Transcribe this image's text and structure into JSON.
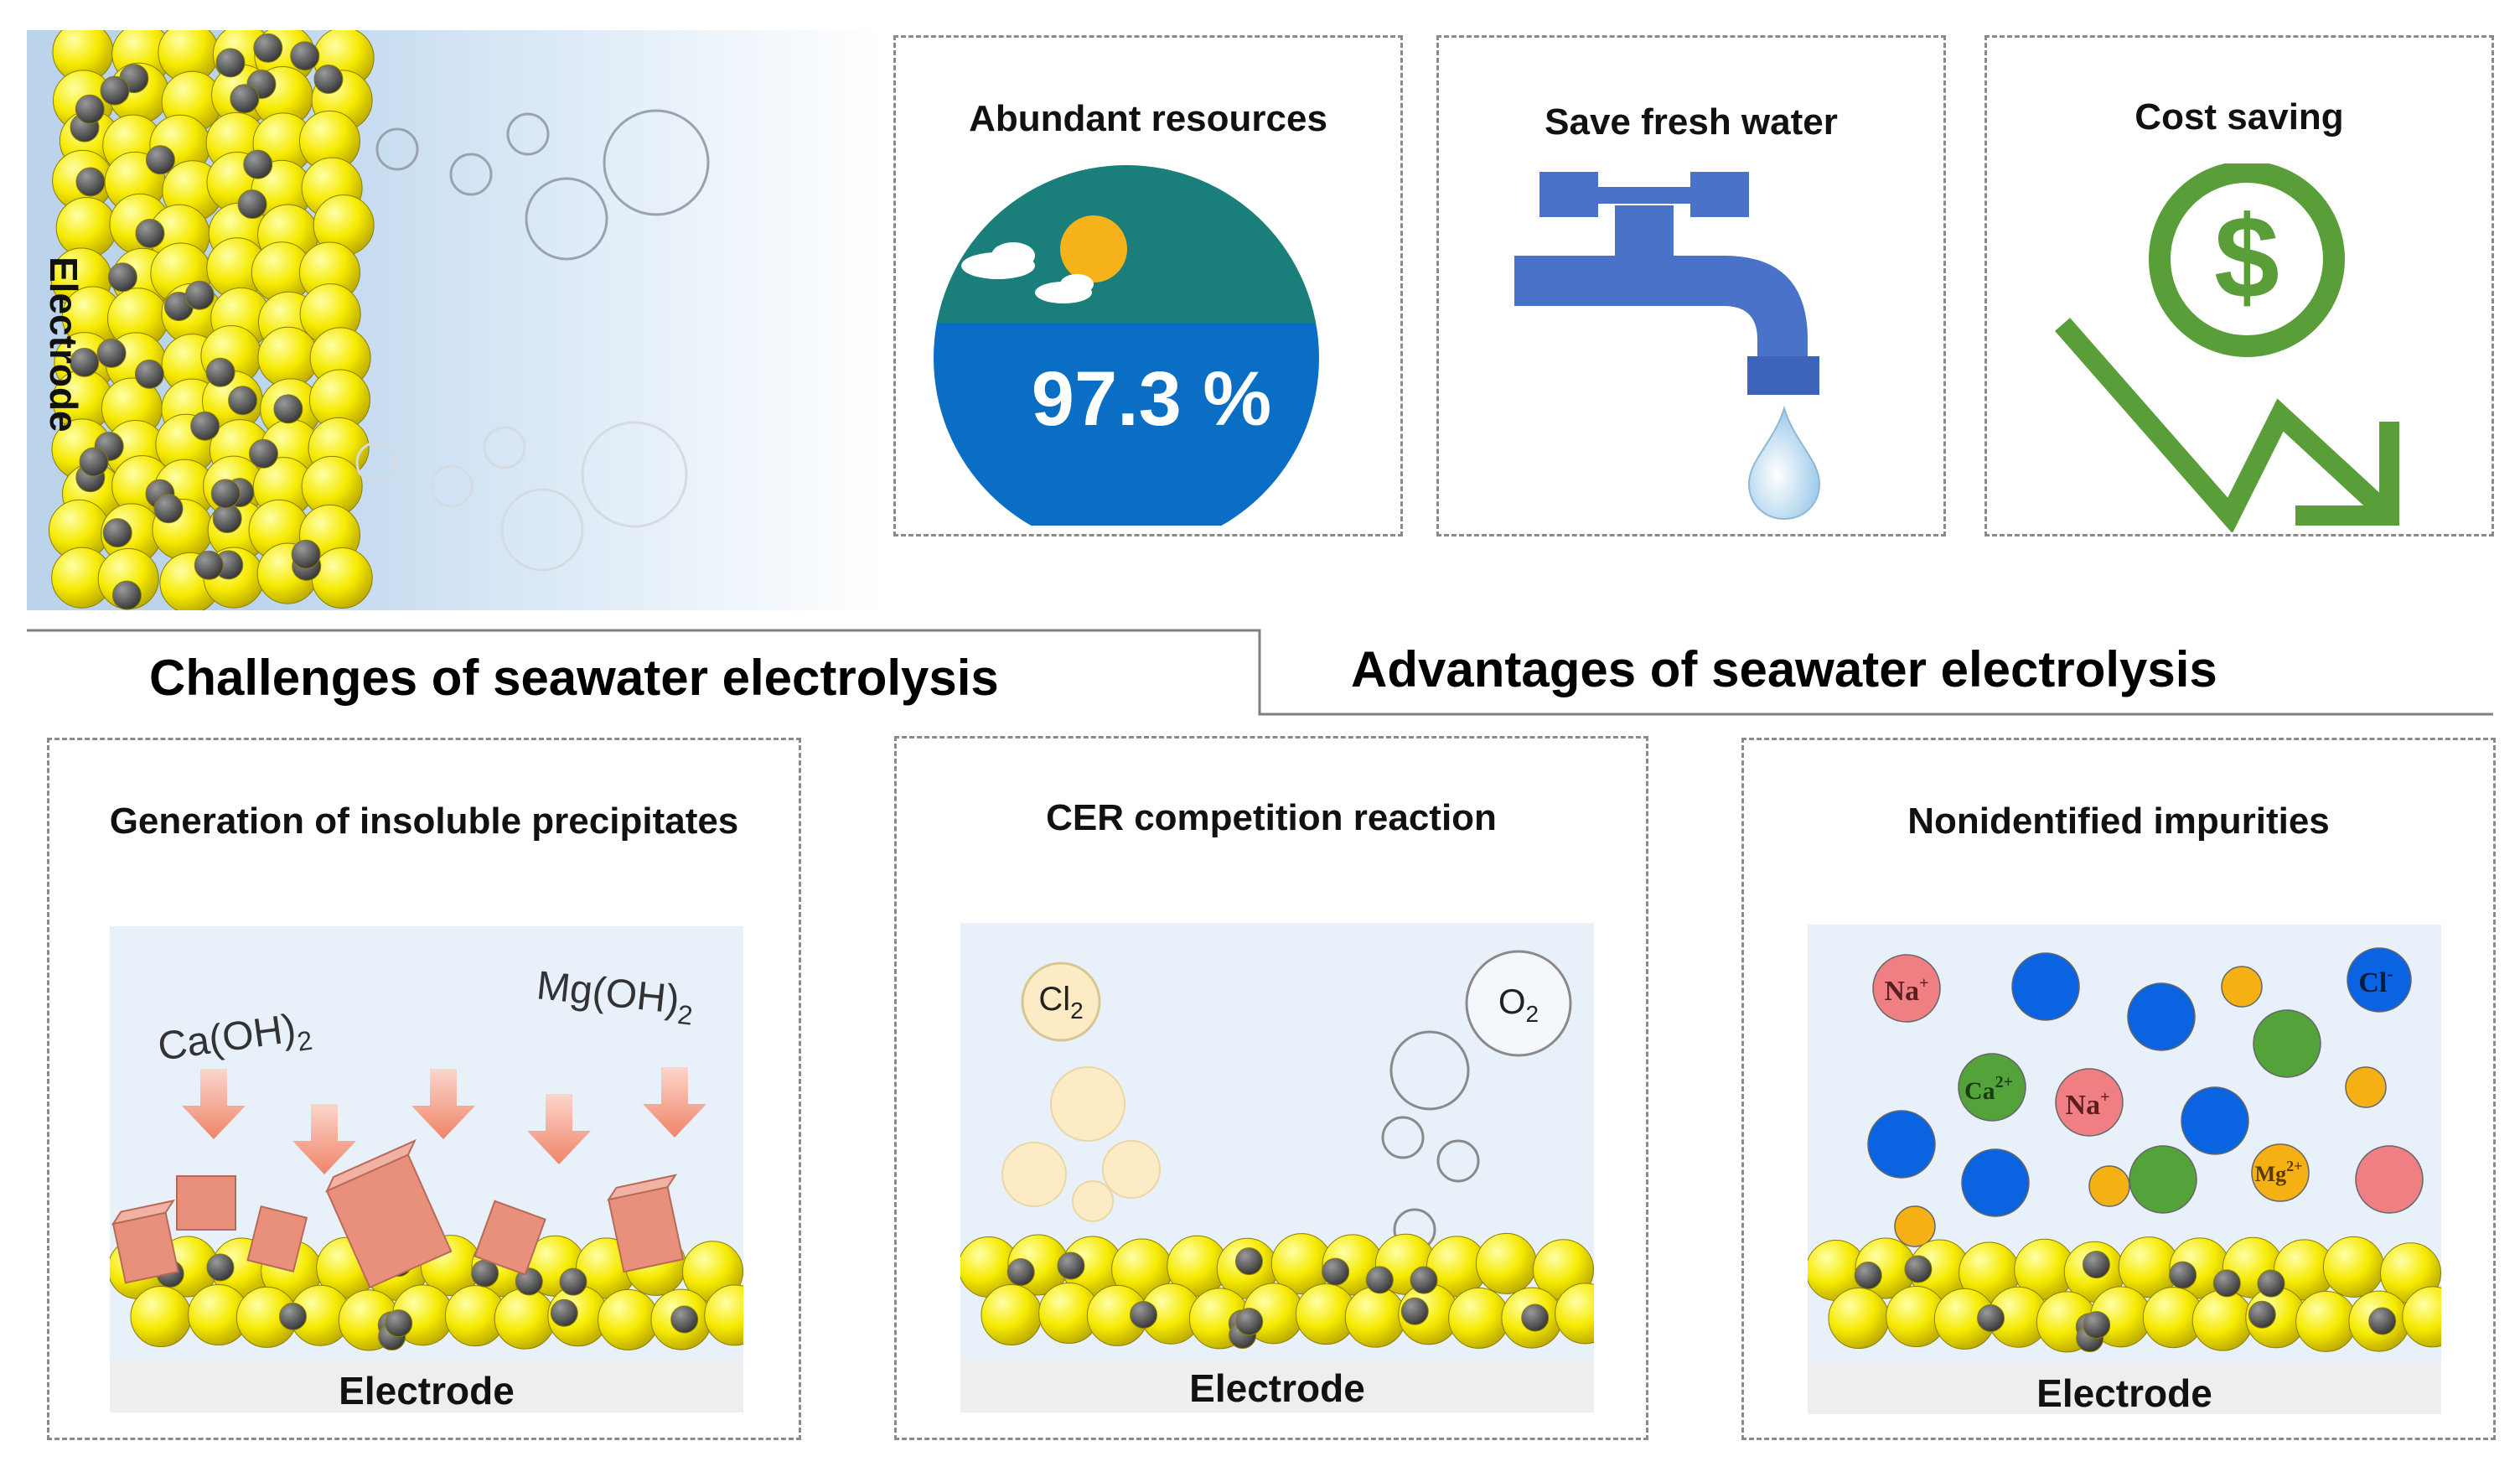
{
  "header_illustration": {
    "electrode_label": "Electrode"
  },
  "section_titles": {
    "challenges": "Challenges of seawater electrolysis",
    "advantages": "Advantages of seawater electrolysis"
  },
  "advantages": [
    {
      "title": "Abundant resources",
      "value": "97.3 %"
    },
    {
      "title": "Save fresh water"
    },
    {
      "title": "Cost saving"
    }
  ],
  "challenges": [
    {
      "title": "Generation of insoluble precipitates",
      "labels": [
        "Ca(OH)",
        "2",
        "Mg(OH)",
        "2"
      ],
      "electrode_label": "Electrode"
    },
    {
      "title": "CER competition reaction",
      "labels": [
        "Cl",
        "2",
        "O",
        "2"
      ],
      "electrode_label": "Electrode"
    },
    {
      "title": "Nonidentified impurities",
      "ions": [
        "Na",
        "+",
        "Cl",
        "-",
        "Ca",
        "2+",
        "Na",
        "+",
        "Mg",
        "2+"
      ],
      "electrode_label": "Electrode"
    }
  ],
  "colors": {
    "electrode_sphere": "#f5ea00",
    "dark_sphere": "#555555",
    "water_gradient_start": "#a9c8e8",
    "ocean_blue": "#0a6ec4",
    "ocean_teal": "#1a7f7a",
    "faucet_blue": "#4a72c8",
    "money_green": "#5a9e3a",
    "precipitate": "#e8907c",
    "panel_bg": "#e8f0fa"
  }
}
